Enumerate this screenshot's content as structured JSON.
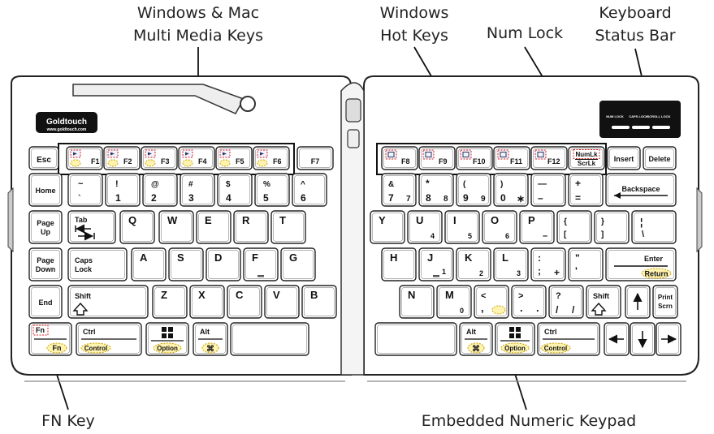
{
  "callouts": {
    "media_line1": "Windows & Mac",
    "media_line2": "Multi Media Keys",
    "hot_line1": "Windows",
    "hot_line2": "Hot Keys",
    "numlock": "Num Lock",
    "status_line1": "Keyboard",
    "status_line2": "Status Bar",
    "fn_key": "FN Key",
    "keypad": "Embedded Numeric Keypad"
  },
  "brand": {
    "name": "Goldtouch",
    "url": "www.goldtouch.com"
  },
  "status_bar": {
    "caps": "CAPS LOCK",
    "scroll": "SCROLL LOCK",
    "num": "NUM LOCK"
  },
  "keys": {
    "esc": "Esc",
    "f1": "F1",
    "f2": "F2",
    "f3": "F3",
    "f4": "F4",
    "f5": "F5",
    "f6": "F6",
    "f7": "F7",
    "f8": "F8",
    "f9": "F9",
    "f10": "F10",
    "f11": "F11",
    "f12": "F12",
    "numlk": "NumLk",
    "scrlk": "ScrLk",
    "insert": "Insert",
    "delete": "Delete",
    "home": "Home",
    "page_up_1": "Page",
    "page_up_2": "Up",
    "page_down_1": "Page",
    "page_down_2": "Down",
    "end": "End",
    "tab": "Tab",
    "caps_1": "Caps",
    "caps_2": "Lock",
    "shift": "Shift",
    "fn": "Fn",
    "ctrl": "Ctrl",
    "alt": "Alt",
    "control": "Control",
    "option": "Option",
    "backspace": "Backspace",
    "enter": "Enter",
    "return": "Return",
    "print_1": "Print",
    "print_2": "Scrn",
    "tilde": "~",
    "backtick": "`",
    "excl": "!",
    "one": "1",
    "at": "@",
    "two": "2",
    "hash": "#",
    "three": "3",
    "dollar": "$",
    "four": "4",
    "pct": "%",
    "five": "5",
    "caret": "^",
    "six": "6",
    "amp": "&",
    "seven": "7",
    "star": "*",
    "eight": "8",
    "lparen": "(",
    "nine": "9",
    "rparen": ")",
    "zero": "0",
    "uscore": "—",
    "minus": "–",
    "plus": "+",
    "equals": "=",
    "q": "Q",
    "w": "W",
    "e": "E",
    "r": "R",
    "t": "T",
    "y": "Y",
    "u": "U",
    "i": "I",
    "o": "O",
    "p": "P",
    "lbrace": "{",
    "lbracket": "[",
    "rbrace": "}",
    "rbracket": "]",
    "pipe": "¦",
    "bslash": "\\",
    "a": "A",
    "s": "S",
    "d": "D",
    "f": "F",
    "g": "G",
    "h": "H",
    "j": "J",
    "k": "K",
    "l": "L",
    "colon": ":",
    "semicolon": ";",
    "dquote": "\"",
    "squote": "'",
    "z": "Z",
    "x": "X",
    "c": "C",
    "v": "V",
    "b": "B",
    "n": "N",
    "m": "M",
    "lt": "<",
    "comma": ",",
    "gt": ">",
    "period": ".",
    "question": "?",
    "slash": "/",
    "kp_1": "1",
    "kp_2": "2",
    "kp_3": "3",
    "kp_4": "4",
    "kp_5": "5",
    "kp_6": "6",
    "kp_7": "7",
    "kp_8": "8",
    "kp_9": "9",
    "kp_0": "0",
    "kp_star": "∗",
    "kp_minus": "–",
    "kp_plus": "+",
    "kp_slash": "/",
    "kp_dot": "."
  }
}
